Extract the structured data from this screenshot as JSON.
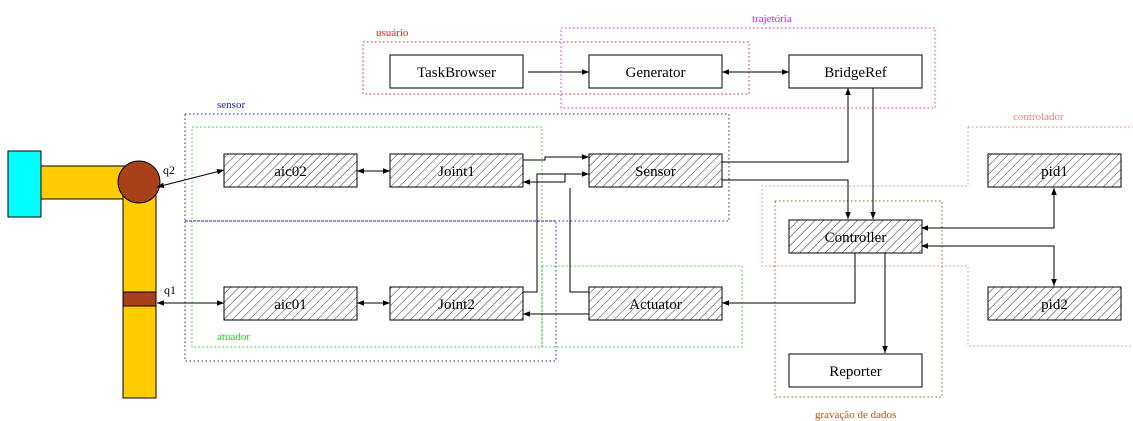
{
  "groups": {
    "usuario": {
      "label": "usuário",
      "color": "#e8201c"
    },
    "trajetoria": {
      "label": "trajetória",
      "color": "#e020e0"
    },
    "sensor": {
      "label": "sensor",
      "color": "#2020c8"
    },
    "atuador": {
      "label": "atuador",
      "color": "#20d020"
    },
    "controlador": {
      "label": "controlador",
      "color": "#f08080"
    },
    "gravacao": {
      "label": "gravação de dados",
      "color": "#b05010"
    }
  },
  "blocks": {
    "taskbrowser": "TaskBrowser",
    "generator": "Generator",
    "bridgeref": "BridgeRef",
    "aic02": "aic02",
    "joint1": "Joint1",
    "sensor": "Sensor",
    "aic01": "aic01",
    "joint2": "Joint2",
    "actuator": "Actuator",
    "controller": "Controller",
    "pid1": "pid1",
    "pid2": "pid2",
    "reporter": "Reporter"
  },
  "robot": {
    "q1_label": "q1",
    "q2_label": "q2",
    "arm_color": "#ffcc00",
    "base_color": "#00ffff",
    "joint_color": "#a8401a"
  }
}
